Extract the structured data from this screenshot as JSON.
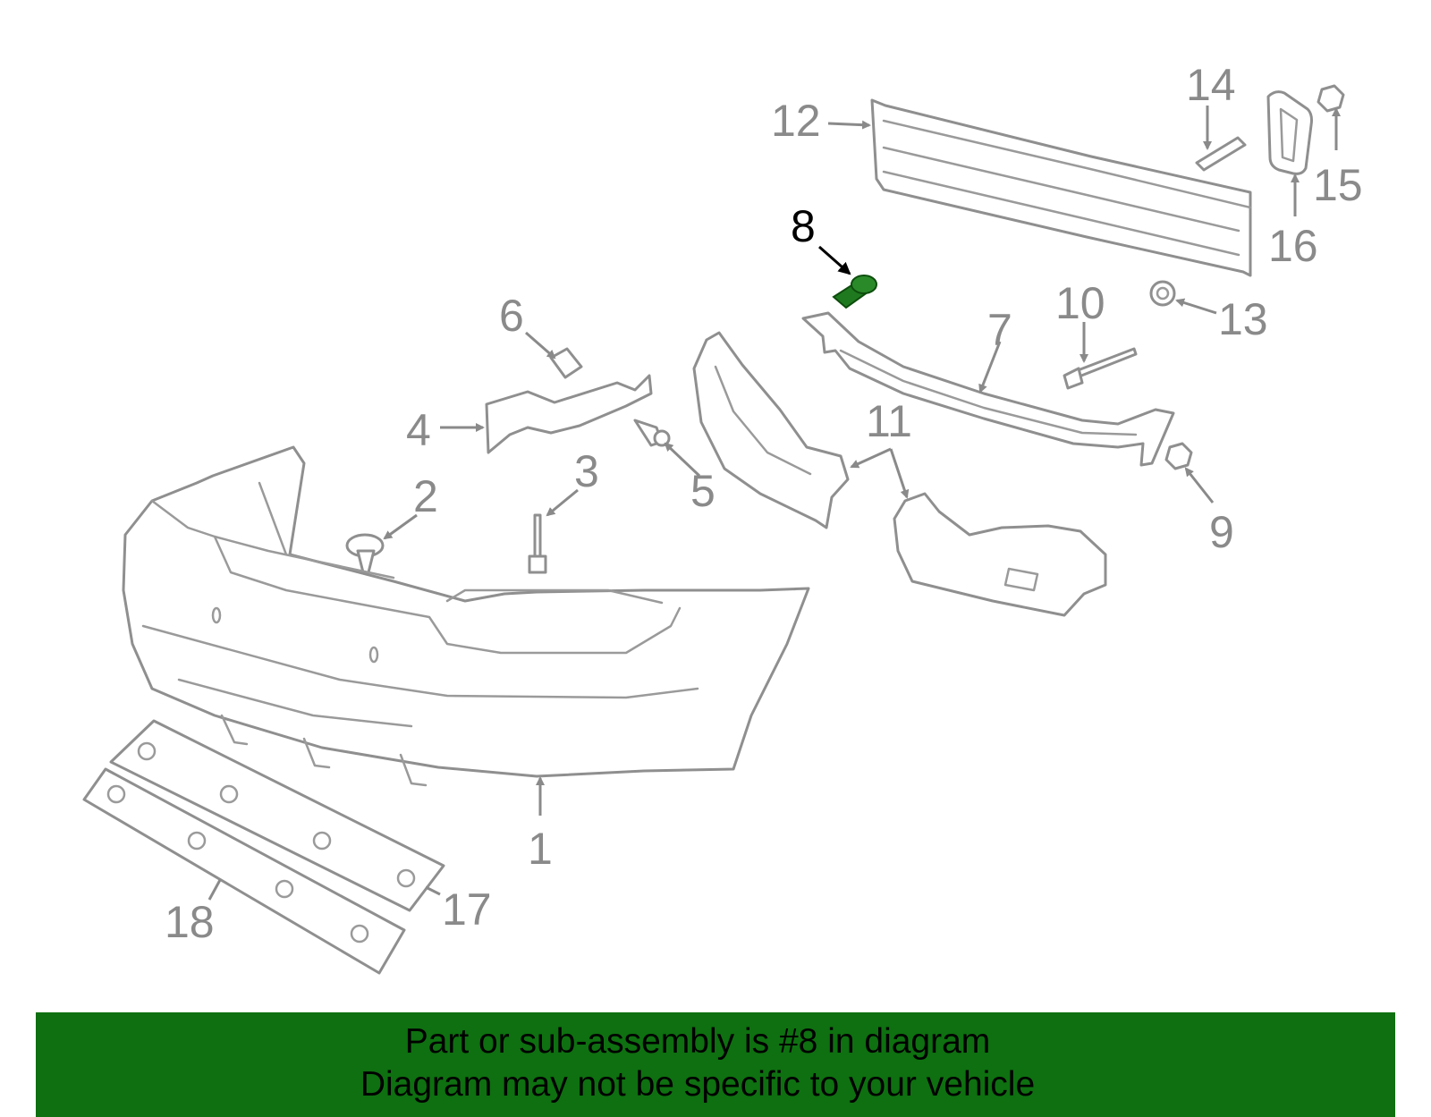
{
  "diagram": {
    "labels": [
      {
        "id": "1",
        "text": "1"
      },
      {
        "id": "2",
        "text": "2"
      },
      {
        "id": "3",
        "text": "3"
      },
      {
        "id": "4",
        "text": "4"
      },
      {
        "id": "5",
        "text": "5"
      },
      {
        "id": "6",
        "text": "6"
      },
      {
        "id": "7",
        "text": "7"
      },
      {
        "id": "8",
        "text": "8"
      },
      {
        "id": "9",
        "text": "9"
      },
      {
        "id": "10",
        "text": "10"
      },
      {
        "id": "11",
        "text": "11"
      },
      {
        "id": "12",
        "text": "12"
      },
      {
        "id": "13",
        "text": "13"
      },
      {
        "id": "14",
        "text": "14"
      },
      {
        "id": "15",
        "text": "15"
      },
      {
        "id": "16",
        "text": "16"
      },
      {
        "id": "17",
        "text": "17"
      },
      {
        "id": "18",
        "text": "18"
      }
    ],
    "highlighted_part": "8",
    "colors": {
      "part_stroke": "#8f8f8f",
      "highlight_part": "#1f7a1f",
      "banner": "#0e7010"
    }
  },
  "banner": {
    "line1": "Part or sub-assembly is #8 in diagram",
    "line2": "Diagram may not be specific to your vehicle"
  }
}
